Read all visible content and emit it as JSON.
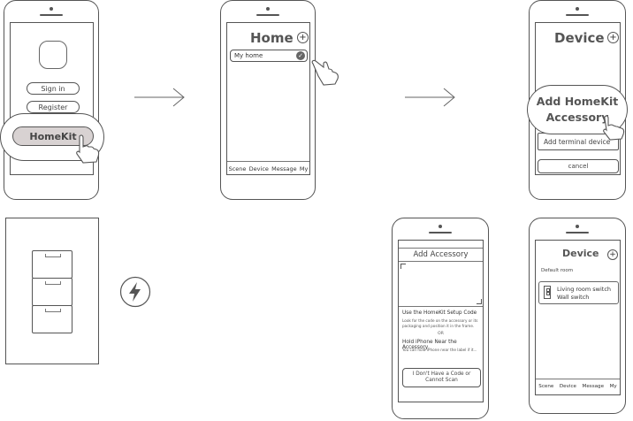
{
  "step1": {
    "signin_label": "Sign in",
    "register_label": "Register",
    "homekit_label": "HomeKit"
  },
  "step2": {
    "title": "Home",
    "home_item": "My home",
    "tabs": [
      "Scene",
      "Device",
      "Message",
      "My"
    ]
  },
  "step3": {
    "title": "Device",
    "callout_line1": "Add HomeKit",
    "callout_line2": "Accessory",
    "add_terminal_label": "Add terminal device",
    "cancel_label": "cancel"
  },
  "step4": {
    "title": "Add Accessory",
    "setup_heading": "Use the HomeKit Setup Code",
    "setup_desc_1": "Look for the code on the accessory or its",
    "setup_desc_2": "packaging and position it in the frame.",
    "or_label": "OR",
    "hold_heading": "Hold iPhone Near the Accessory",
    "hold_desc": "You can hold iPhone near the label if it...",
    "no_code_line1": "I Don't Have a Code or",
    "no_code_line2": "Cannot Scan"
  },
  "step5": {
    "title": "Device",
    "room_label": "Default room",
    "device_line1": "Living room switch",
    "device_line2": "Wall switch",
    "tabs": [
      "Scene",
      "Device",
      "Message",
      "My"
    ]
  },
  "colors": {
    "outline": "#555555",
    "homekit_fill": "#d8d2d2",
    "callout_fill": "#ffffff"
  }
}
